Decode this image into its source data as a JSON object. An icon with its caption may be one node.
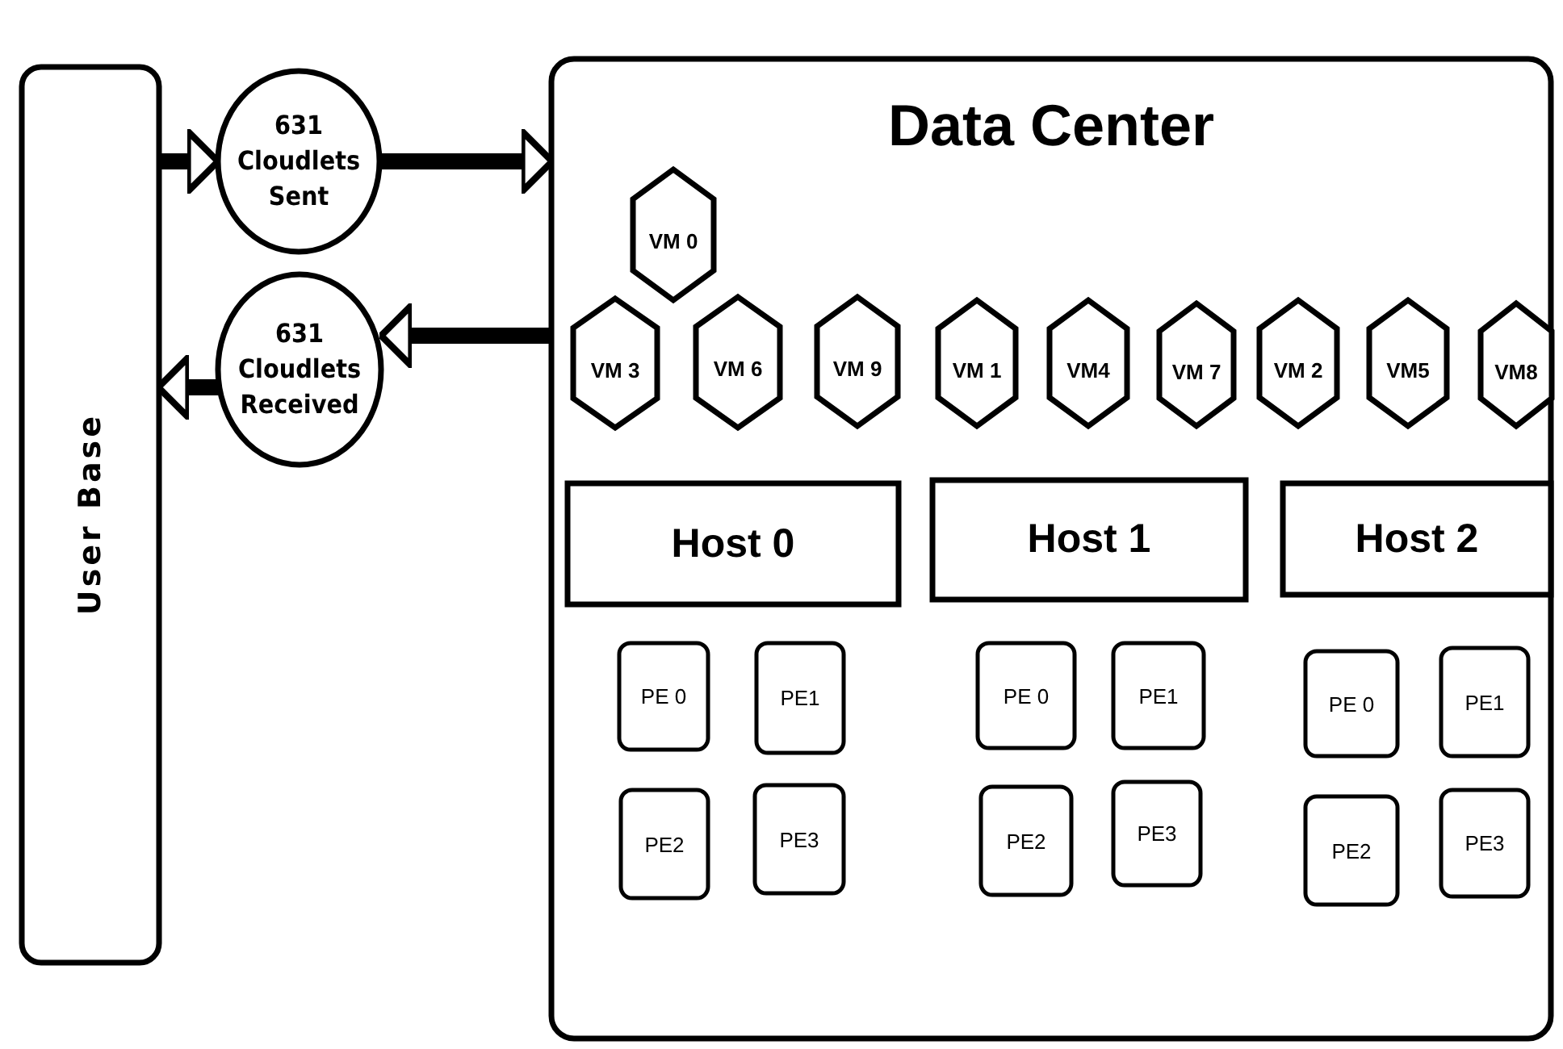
{
  "diagram": {
    "nodes": [
      {
        "text": [
          "User Base"
        ]
      },
      {
        "text": [
          "631 Cloudlets Sent"
        ]
      },
      {
        "text": [
          "631 Cloudlets Received"
        ]
      },
      {
        "text": [
          "Data Center"
        ]
      },
      {
        "text": [
          "VM 0"
        ],
        "in": 3
      },
      {
        "text": [
          "VM 3"
        ],
        "in": 3
      },
      {
        "text": [
          "VM 6"
        ],
        "in": 3
      },
      {
        "text": [
          "VM 9"
        ],
        "in": 3
      },
      {
        "text": [
          "VM 1"
        ],
        "in": 3
      },
      {
        "text": [
          "VM4"
        ],
        "in": 3
      },
      {
        "text": [
          "VM 7"
        ],
        "in": 3
      },
      {
        "text": [
          "VM 2"
        ],
        "in": 3
      },
      {
        "text": [
          "VM5"
        ],
        "in": 3
      },
      {
        "text": [
          "VM8"
        ],
        "in": 3
      },
      {
        "text": [
          "Host 0"
        ],
        "in": 3
      },
      {
        "text": [
          "Host 1"
        ],
        "in": 3
      },
      {
        "text": [
          "Host 2"
        ],
        "in": 3
      },
      {
        "text": [
          "PE 0"
        ],
        "in": 3
      },
      {
        "text": [
          "PE1"
        ],
        "in": 3
      },
      {
        "text": [
          "PE 0"
        ],
        "in": 3
      },
      {
        "text": [
          "PE1"
        ],
        "in": 3
      },
      {
        "text": [
          "PE 0"
        ],
        "in": 3
      },
      {
        "text": [
          "PE1"
        ],
        "in": 3
      },
      {
        "text": [
          "PE2"
        ],
        "in": 3
      },
      {
        "text": [
          "PE3"
        ],
        "in": 3
      },
      {
        "text": [
          "PE2"
        ],
        "in": 3
      },
      {
        "text": [
          "PE3"
        ],
        "in": 3
      },
      {
        "text": [
          "PE2"
        ],
        "in": 3
      },
      {
        "text": [
          "PE3"
        ],
        "in": 3
      }
    ],
    "edges": [
      {
        "from": 0,
        "to": 1,
        "arrow": "to"
      },
      {
        "from": 1,
        "to": 3,
        "arrow": "to"
      },
      {
        "from": 3,
        "to": 2,
        "arrow": "to"
      },
      {
        "from": 2,
        "to": 0,
        "arrow": "to"
      }
    ]
  }
}
